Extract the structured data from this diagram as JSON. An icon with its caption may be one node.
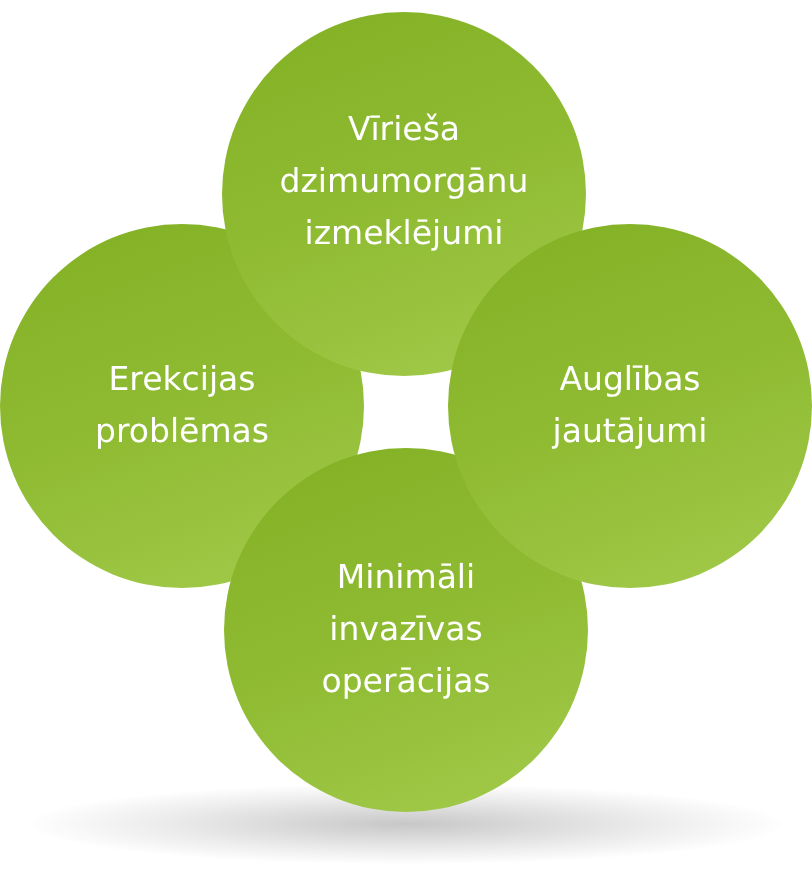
{
  "diagram": {
    "nodes": [
      {
        "text": [
          "Vīrieša dzimumorgānu izmeklējumi"
        ]
      },
      {
        "text": [
          "Erekcijas problēmas"
        ]
      },
      {
        "text": [
          "Auglības jautājumi"
        ]
      },
      {
        "text": [
          "Minimāli invazīvas operācijas"
        ]
      }
    ]
  }
}
